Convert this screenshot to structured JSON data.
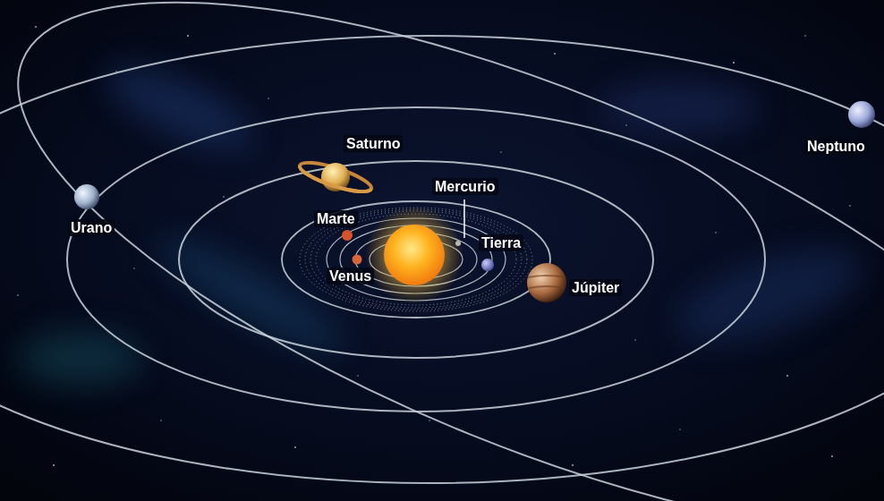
{
  "diagram": {
    "labels": [
      "Saturno",
      "Neptuno",
      "Mercurio",
      "Marte",
      "Urano",
      "Tierra",
      "Venus",
      "Júpiter"
    ]
  }
}
